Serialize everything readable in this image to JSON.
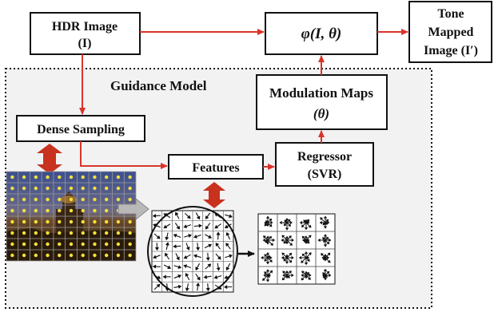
{
  "hdr_image": {
    "line1": "HDR Image",
    "line2": "(I)"
  },
  "tmo": {
    "label": "φ(I, θ)"
  },
  "output": {
    "line1": "Tone",
    "line2": "Mapped",
    "line3": "Image (I′)"
  },
  "modulation_maps": {
    "line1": "Modulation Maps",
    "line2": "(θ)"
  },
  "guidance_model": {
    "label": "Guidance Model"
  },
  "dense_sampling": {
    "label": "Dense Sampling"
  },
  "features": {
    "label": "Features"
  },
  "regressor": {
    "line1": "Regressor",
    "line2": "(SVR)"
  },
  "colors": {
    "arrow": "#d9342b",
    "double_arrow": "#c8321f",
    "panel_bg": "#f2f2f2",
    "box_border": "#111111"
  }
}
